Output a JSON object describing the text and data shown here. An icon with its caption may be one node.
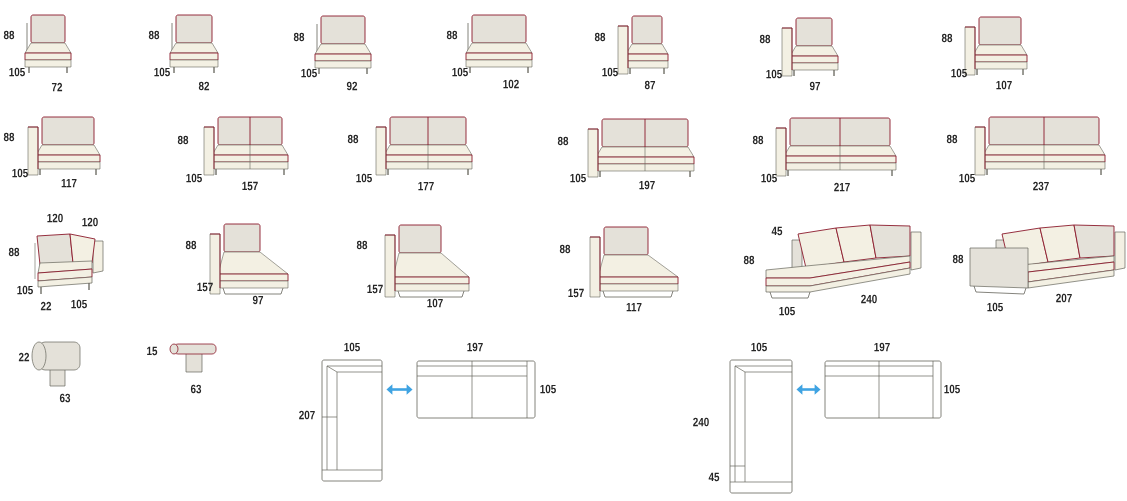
{
  "diagram": {
    "nodes": [
      {
        "text": [],
        "shape": "picture",
        "beside": [
          "105",
          "207"
        ]
      },
      {
        "text": [],
        "shape": "picture",
        "beside": [
          "197",
          "105"
        ]
      },
      {
        "text": [],
        "shape": "picture",
        "beside": [
          "105",
          "240",
          "45"
        ]
      },
      {
        "text": [],
        "shape": "picture",
        "beside": [
          "197",
          "105"
        ]
      }
    ],
    "edges": [
      {
        "from": 0,
        "to": 1,
        "arrow": "both"
      },
      {
        "from": 2,
        "to": 3,
        "arrow": "both"
      }
    ],
    "labels": [
      "88",
      "105",
      "72",
      "88",
      "105",
      "82",
      "88",
      "105",
      "92",
      "88",
      "105",
      "102",
      "88",
      "105",
      "87",
      "88",
      "105",
      "97",
      "88",
      "105",
      "107",
      "88",
      "105",
      "117",
      "88",
      "105",
      "157",
      "88",
      "105",
      "177",
      "88",
      "105",
      "197",
      "88",
      "105",
      "217",
      "88",
      "105",
      "237",
      "120",
      "120",
      "88",
      "105",
      "22",
      "105",
      "88",
      "157",
      "97",
      "88",
      "157",
      "107",
      "88",
      "157",
      "117",
      "45",
      "88",
      "105",
      "240",
      "88",
      "105",
      "207",
      "22",
      "63",
      "15",
      "63"
    ]
  }
}
